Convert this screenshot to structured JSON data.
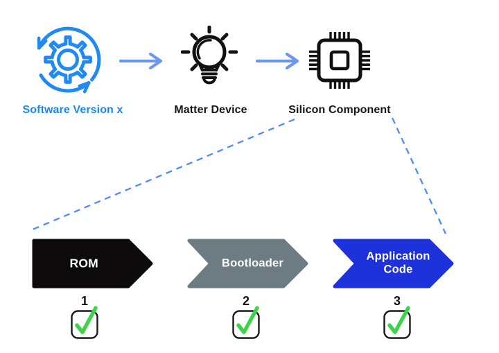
{
  "top_flow": {
    "items": [
      {
        "label": "Software Version x",
        "icon": "software-update-gear"
      },
      {
        "label": "Matter Device",
        "icon": "light-bulb"
      },
      {
        "label": "Silicon Component",
        "icon": "silicon-chip"
      }
    ]
  },
  "pipeline": {
    "stages": [
      {
        "label": "ROM",
        "number": "1",
        "status": "verified"
      },
      {
        "label": "Bootloader",
        "number": "2",
        "status": "verified"
      },
      {
        "label": "Application Code",
        "number": "3",
        "status": "verified"
      }
    ]
  },
  "colors": {
    "accent_blue": "#2189f2",
    "flow_arrow_blue": "#6b96f0",
    "dashed_line_blue": "#4d8bf5",
    "rom_black": "#0d0a0b",
    "bootloader_gray": "#6d7c82",
    "application_blue": "#1e32db",
    "check_green": "#3ed34b",
    "icon_black": "#111111"
  }
}
